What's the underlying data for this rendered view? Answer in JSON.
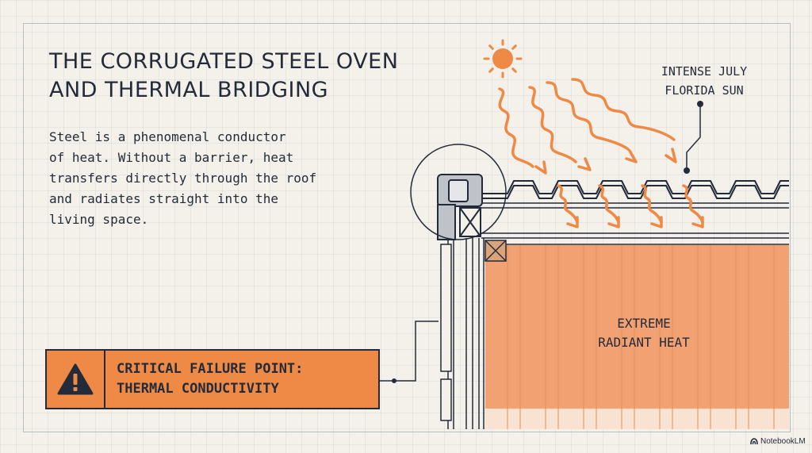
{
  "title": {
    "line1": "THE CORRUGATED STEEL OVEN",
    "line2": "AND THERMAL BRIDGING"
  },
  "description": {
    "lines": [
      "Steel is a phenomenal conductor",
      "of heat. Without a barrier, heat",
      "transfers directly through the roof",
      "and radiates straight into the",
      "living space."
    ]
  },
  "sun_label": {
    "line1": "INTENSE JULY",
    "line2": "FLORIDA SUN"
  },
  "heat_label": {
    "line1": "EXTREME",
    "line2": "RADIANT HEAT"
  },
  "callout": {
    "line1": "CRITICAL FAILURE POINT:",
    "line2": "THERMAL CONDUCTIVITY"
  },
  "brand": {
    "name": "NotebookLM"
  },
  "colors": {
    "accent_orange": "#ee8a45",
    "heat_fill": "#f2a272",
    "ink": "#232b3a",
    "paper": "#f4f1ea"
  },
  "icons": {
    "sun": "sun-icon",
    "warning": "warning-icon",
    "heat_arrow": "wavy-arrow-icon"
  }
}
